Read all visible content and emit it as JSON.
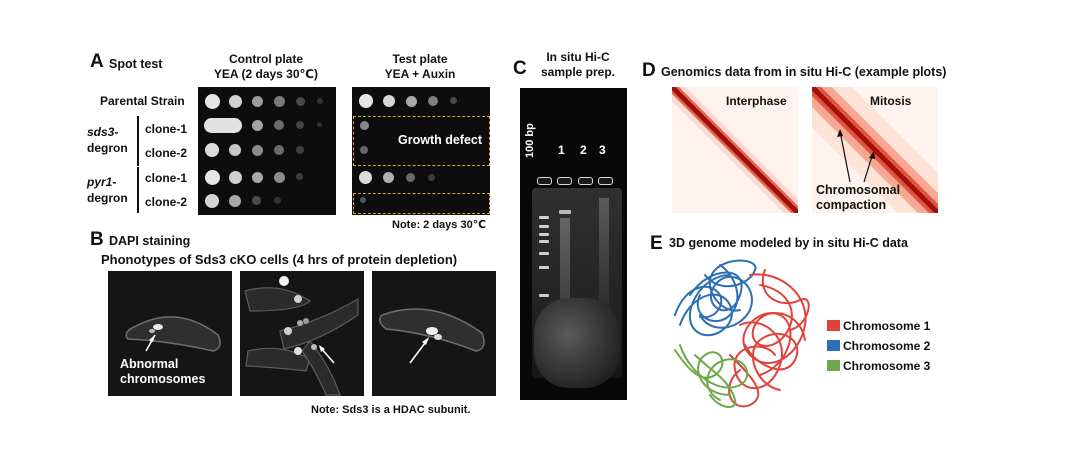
{
  "panel_a": {
    "letter": "A",
    "title": "Spot test",
    "control_header": [
      "Control plate",
      "YEA (2 days 30℃)"
    ],
    "test_header": [
      "Test plate",
      "YEA + Auxin"
    ],
    "parental": "Parental Strain",
    "sds3_name": "sds3",
    "sds3_suffix": "-",
    "pyr1_name": "pyr1",
    "pyr1_suffix": "-",
    "degron": "degron",
    "clone1": "clone-1",
    "clone2": "clone-2",
    "growth_defect": "Growth defect",
    "note": "Note: 2 days 30℃"
  },
  "panel_b": {
    "letter": "B",
    "title": "DAPI staining",
    "subtitle": "Phonotypes of Sds3 cKO cells (4 hrs of protein depletion)",
    "annotation": [
      "Abnormal",
      "chromosomes"
    ],
    "note": "Note: Sds3 is a HDAC subunit."
  },
  "panel_c": {
    "letter": "C",
    "title": [
      "In situ Hi-C",
      "sample prep."
    ],
    "ladder_label": "100 bp",
    "lanes": [
      "1",
      "2",
      "3"
    ]
  },
  "panel_d": {
    "letter": "D",
    "title": "Genomics data from in situ Hi-C (example plots)",
    "interphase": "Interphase",
    "mitosis": "Mitosis",
    "annotation": [
      "Chromosomal",
      "compaction"
    ]
  },
  "panel_e": {
    "letter": "E",
    "title": "3D genome modeled by in situ Hi-C data",
    "legend": [
      {
        "label": "Chromosome 1",
        "color": "#e0433b"
      },
      {
        "label": "Chromosome 2",
        "color": "#2f6fb5"
      },
      {
        "label": "Chromosome 3",
        "color": "#6fa84a"
      }
    ]
  }
}
